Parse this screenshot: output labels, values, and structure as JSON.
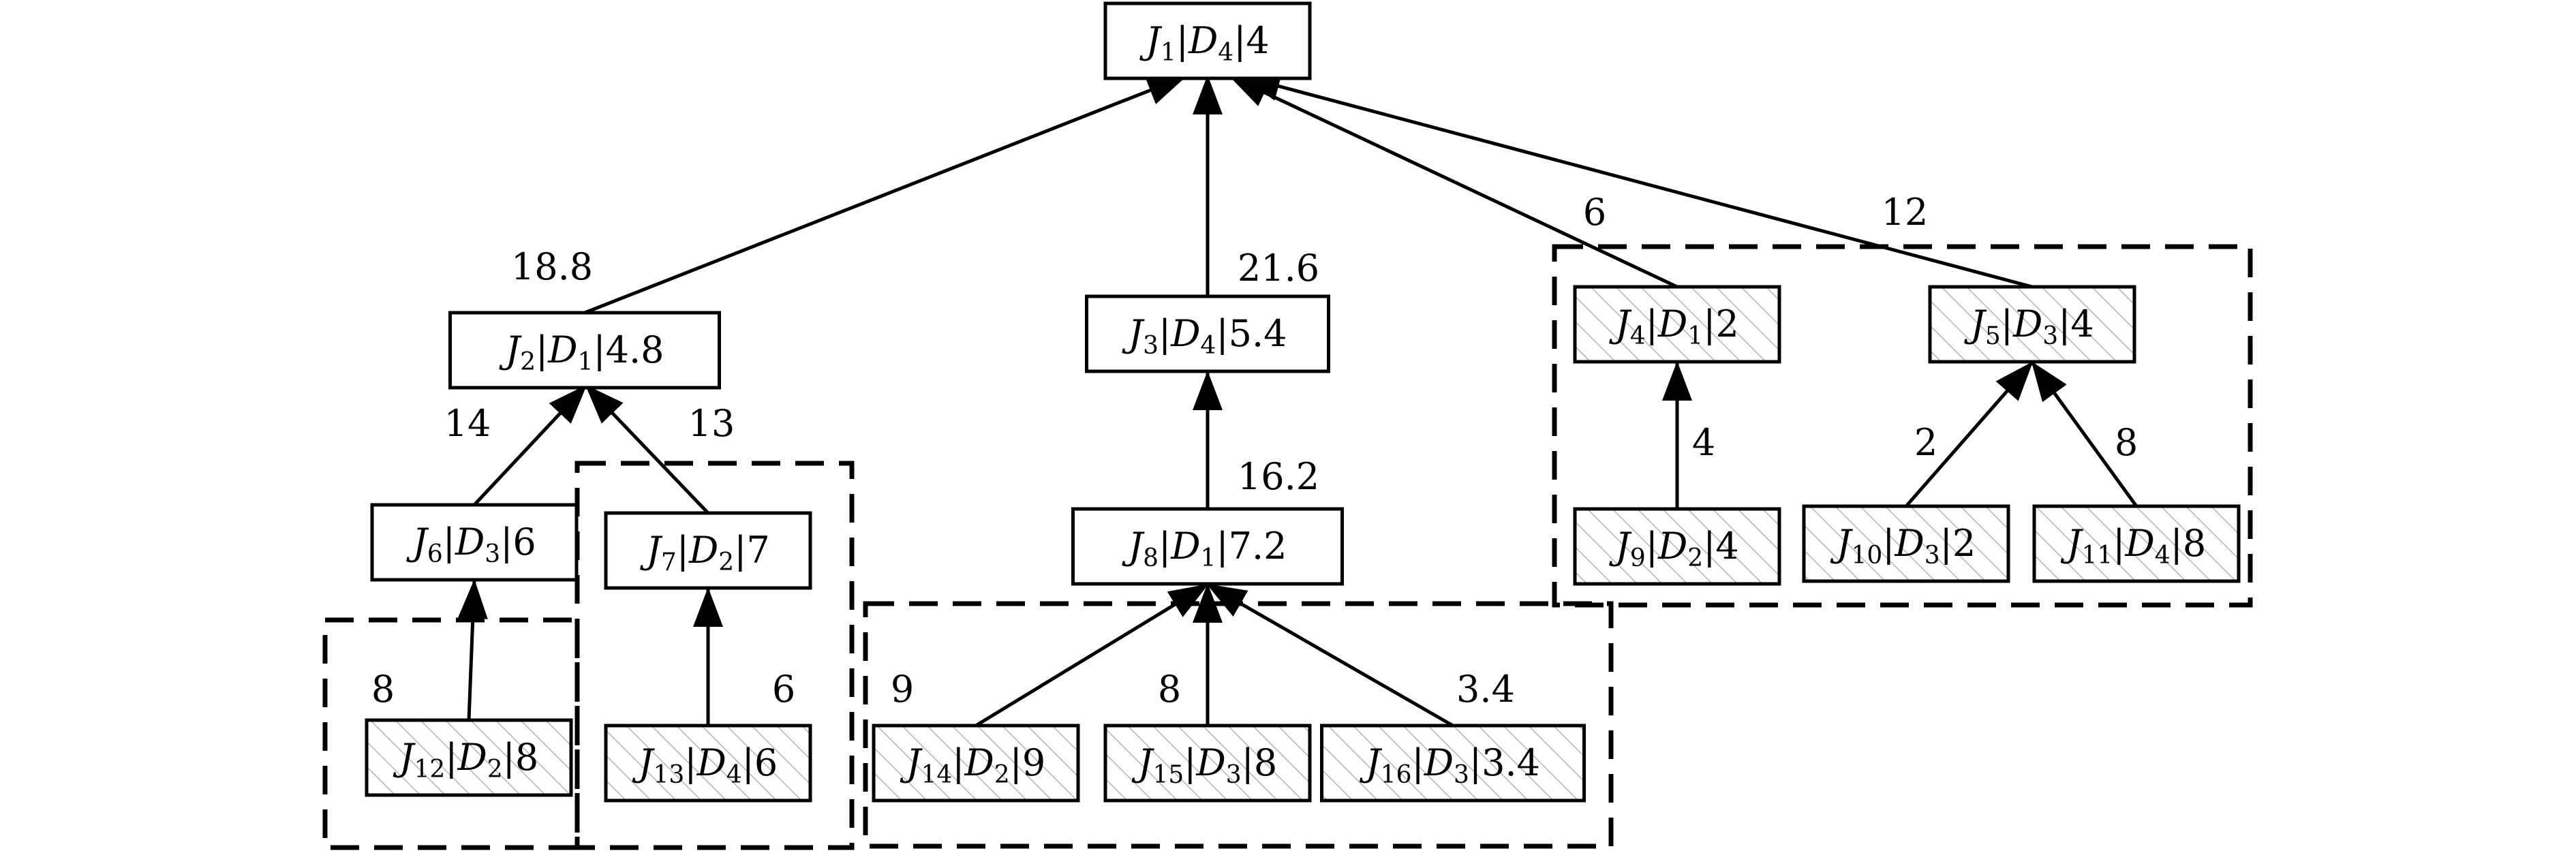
{
  "diagram": {
    "nodes": [
      {
        "id": "J1",
        "job": "1",
        "device": "4",
        "value": "4",
        "shaded": false
      },
      {
        "id": "J2",
        "job": "2",
        "device": "1",
        "value": "4.8",
        "shaded": false
      },
      {
        "id": "J3",
        "job": "3",
        "device": "4",
        "value": "5.4",
        "shaded": false
      },
      {
        "id": "J4",
        "job": "4",
        "device": "1",
        "value": "2",
        "shaded": true
      },
      {
        "id": "J5",
        "job": "5",
        "device": "3",
        "value": "4",
        "shaded": true
      },
      {
        "id": "J6",
        "job": "6",
        "device": "3",
        "value": "6",
        "shaded": false
      },
      {
        "id": "J7",
        "job": "7",
        "device": "2",
        "value": "7",
        "shaded": false
      },
      {
        "id": "J8",
        "job": "8",
        "device": "1",
        "value": "7.2",
        "shaded": false
      },
      {
        "id": "J9",
        "job": "9",
        "device": "2",
        "value": "4",
        "shaded": true
      },
      {
        "id": "J10",
        "job": "10",
        "device": "3",
        "value": "2",
        "shaded": true
      },
      {
        "id": "J11",
        "job": "11",
        "device": "4",
        "value": "8",
        "shaded": true
      },
      {
        "id": "J12",
        "job": "12",
        "device": "2",
        "value": "8",
        "shaded": true
      },
      {
        "id": "J13",
        "job": "13",
        "device": "4",
        "value": "6",
        "shaded": true
      },
      {
        "id": "J14",
        "job": "14",
        "device": "2",
        "value": "9",
        "shaded": true
      },
      {
        "id": "J15",
        "job": "15",
        "device": "3",
        "value": "8",
        "shaded": true
      },
      {
        "id": "J16",
        "job": "16",
        "device": "3",
        "value": "3.4",
        "shaded": true
      }
    ],
    "edges": [
      {
        "from": "J2",
        "to": "J1",
        "label": "18.8"
      },
      {
        "from": "J3",
        "to": "J1",
        "label": "21.6"
      },
      {
        "from": "J4",
        "to": "J1",
        "label": "6"
      },
      {
        "from": "J5",
        "to": "J1",
        "label": "12"
      },
      {
        "from": "J6",
        "to": "J2",
        "label": "14"
      },
      {
        "from": "J7",
        "to": "J2",
        "label": "13"
      },
      {
        "from": "J8",
        "to": "J3",
        "label": "16.2"
      },
      {
        "from": "J9",
        "to": "J4",
        "label": "4"
      },
      {
        "from": "J10",
        "to": "J5",
        "label": "2"
      },
      {
        "from": "J11",
        "to": "J5",
        "label": "8"
      },
      {
        "from": "J12",
        "to": "J6",
        "label": "8"
      },
      {
        "from": "J13",
        "to": "J7",
        "label": "6"
      },
      {
        "from": "J14",
        "to": "J8",
        "label": "9"
      },
      {
        "from": "J15",
        "to": "J8",
        "label": "8"
      },
      {
        "from": "J16",
        "to": "J8",
        "label": "3.4"
      }
    ],
    "label_glyphs": {
      "job_letter": "J",
      "device_letter": "D",
      "separator": "|"
    }
  }
}
